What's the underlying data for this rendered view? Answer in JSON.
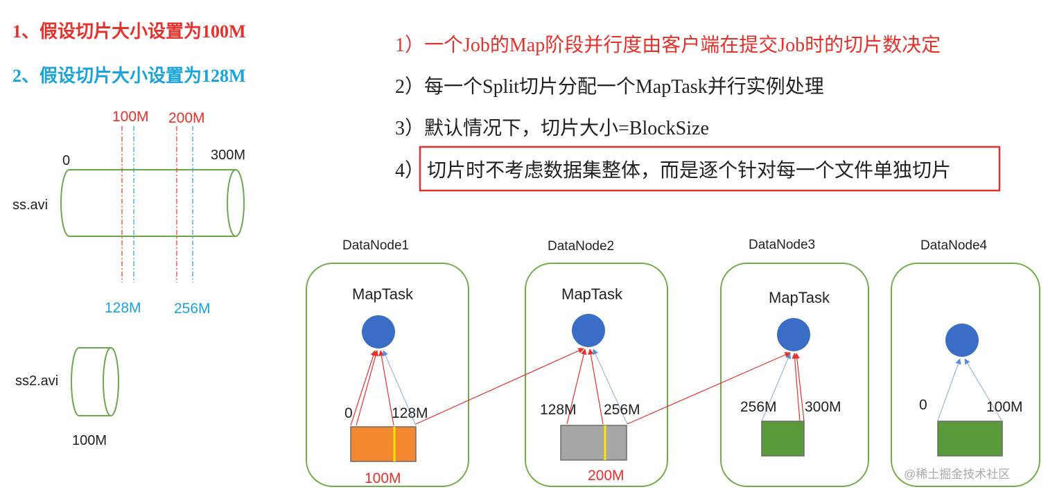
{
  "colors": {
    "red": "#e8302a",
    "blue": "#19a3dc",
    "green": "#6aa84f",
    "node_border": "#70ad47",
    "circle": "#3a6ec6",
    "orange": "#f28830",
    "gray": "#a6a6a6",
    "block_green": "#5b9a3a",
    "yellow": "#ffe600",
    "highlight_box": "#e03030",
    "text": "#222222",
    "watermark": "#aaaaaa"
  },
  "left_notes": {
    "note1": "1、假设切片大小设置为100M",
    "note2": "2、假设切片大小设置为128M"
  },
  "rules": [
    "1）一个Job的Map阶段并行度由客户端在提交Job时的切片数决定",
    "2）每一个Split切片分配一个MapTask并行实例处理",
    "3）默认情况下，切片大小=BlockSize",
    "4）切片时不考虑数据集整体，而是逐个针对每一个文件单独切片"
  ],
  "file1": {
    "name": "ss.avi",
    "start": "0",
    "end": "300M",
    "marks_100": [
      "100M",
      "200M"
    ],
    "marks_128": [
      "128M",
      "256M"
    ]
  },
  "file2": {
    "name": "ss2.avi",
    "size": "100M"
  },
  "nodes": [
    {
      "name": "DataNode1",
      "task": "MapTask",
      "left": "0",
      "right": "128M",
      "bottom": "100M"
    },
    {
      "name": "DataNode2",
      "task": "MapTask",
      "left": "128M",
      "right": "256M",
      "bottom": "200M"
    },
    {
      "name": "DataNode3",
      "task": "MapTask",
      "left": "256M",
      "right": "300M",
      "bottom": ""
    },
    {
      "name": "DataNode4",
      "task": "",
      "left": "0",
      "right": "100M",
      "bottom": ""
    }
  ],
  "watermark": "@稀土掘金技术社区"
}
